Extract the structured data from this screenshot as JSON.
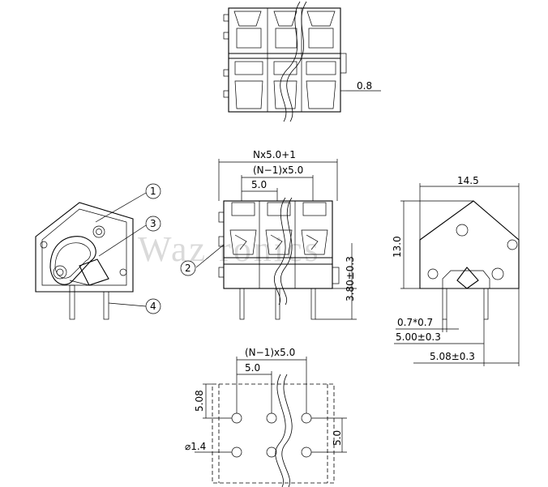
{
  "labels": {
    "top_pin_width": "0.8",
    "overall_width": "Nx5.0+1",
    "pitch_span": "(N−1)x5.0",
    "pitch": "5.0",
    "height_body": "13.0",
    "pin_length": "3.80±0.3",
    "depth": "14.5",
    "pin_square": "0.7*0.7",
    "pin_offset_a": "5.00±0.3",
    "pin_offset_b": "5.08±0.3",
    "pcb_span": "(N−1)x5.0",
    "pcb_pitch": "5.0",
    "pcb_row_a": "5.08",
    "pcb_row_b": "5.0",
    "hole_dia": "⌀1.4"
  },
  "callouts": [
    "1",
    "2",
    "3",
    "4"
  ],
  "watermark": "Waz  ronics"
}
